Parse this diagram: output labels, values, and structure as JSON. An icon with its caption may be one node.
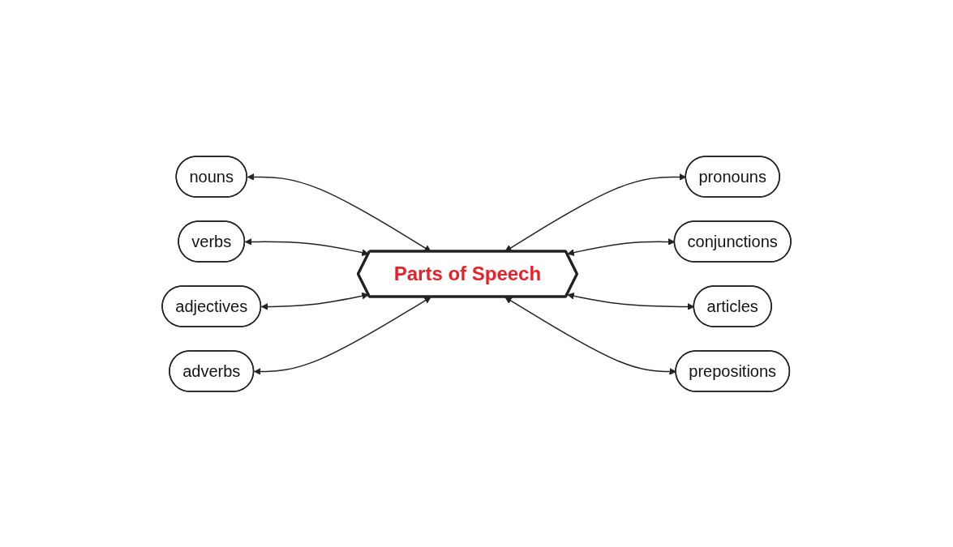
{
  "diagram": {
    "nodes": [
      {
        "text": [
          "nouns"
        ]
      },
      {
        "text": [
          "pronouns"
        ]
      },
      {
        "text": [
          "verbs"
        ]
      },
      {
        "text": [
          "Parts of Speech"
        ]
      },
      {
        "text": [
          "conjunctions"
        ]
      },
      {
        "text": [
          "adjectives"
        ]
      },
      {
        "text": [
          "adverbs"
        ]
      },
      {
        "text": [
          "articles"
        ]
      },
      {
        "text": [
          "prepositions"
        ]
      }
    ],
    "edges": [
      {
        "from": 0,
        "to": 3,
        "arrow": "both"
      },
      {
        "from": 3,
        "to": 1,
        "arrow": "both"
      },
      {
        "from": 2,
        "to": 3,
        "arrow": "both"
      },
      {
        "from": 3,
        "to": 4,
        "arrow": "both"
      },
      {
        "from": 5,
        "to": 3,
        "arrow": "both"
      },
      {
        "from": 6,
        "to": 3,
        "arrow": "both"
      },
      {
        "from": 3,
        "to": 7,
        "arrow": "both"
      },
      {
        "from": 3,
        "to": 8,
        "arrow": "both"
      }
    ]
  }
}
